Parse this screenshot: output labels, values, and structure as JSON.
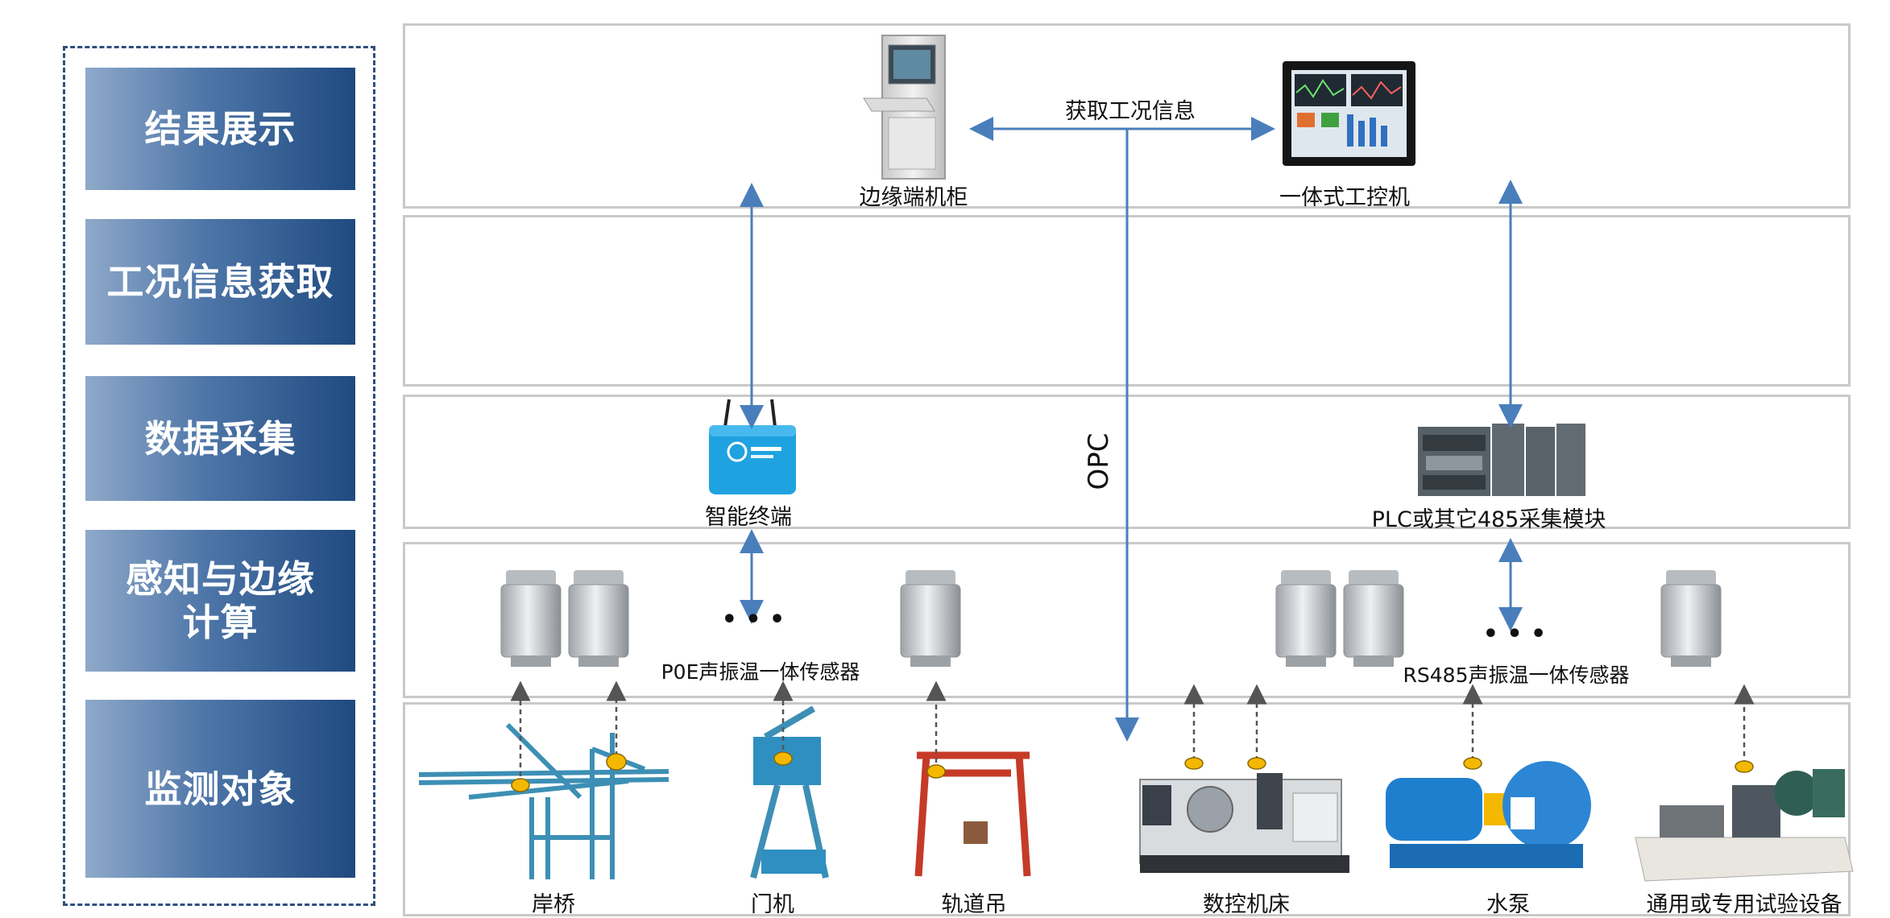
{
  "layers": [
    {
      "label": "结果展示"
    },
    {
      "label": "工况信息获取"
    },
    {
      "label": "数据采集"
    },
    {
      "label": "感知与边缘计算"
    },
    {
      "label": "监测对象"
    }
  ],
  "devices": {
    "edge_cabinet": "边缘端机柜",
    "industrial_pc": "一体式工控机",
    "smart_terminal": "智能终端",
    "plc_module": "PLC或其它485采集模块",
    "poe_sensor": "P0E声振温一体传感器",
    "rs485_sensor": "RS485声振温一体传感器"
  },
  "links": {
    "status_info": "获取工况信息",
    "opc": "OPC"
  },
  "ellipsis": "• • •",
  "objects": [
    "岸桥",
    "门机",
    "轨道吊",
    "数控机床",
    "水泵",
    "通用或专用试验设备"
  ],
  "colors": {
    "arrow_blue": "#4a7ebb",
    "lane_border": "#c9c9c9",
    "marker_yellow": "#f5b800",
    "label_gradient_dark": "#1f4a80"
  }
}
